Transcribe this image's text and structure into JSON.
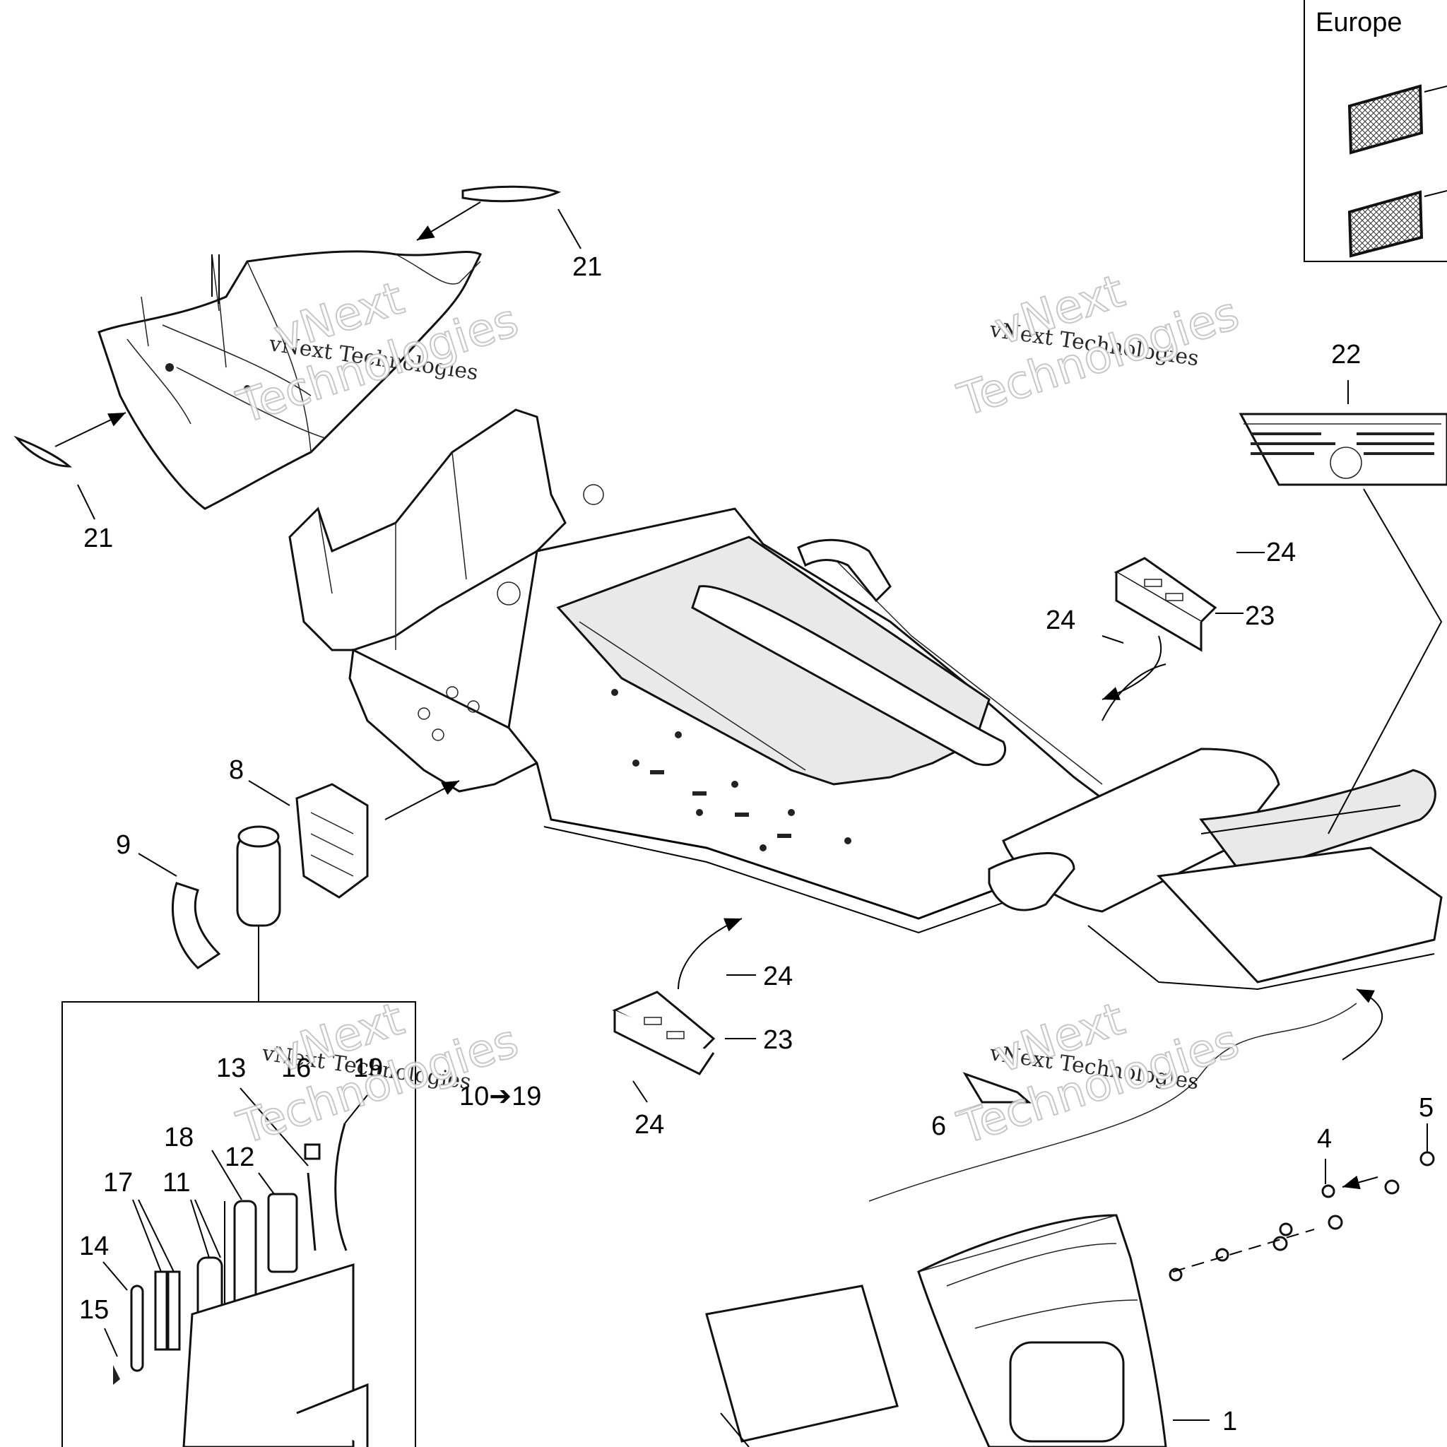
{
  "inset_europe": {
    "title": "Europe"
  },
  "callouts": {
    "c1": "1",
    "c4": "4",
    "c5": "5",
    "c6": "6",
    "c8": "8",
    "c9": "9",
    "c11": "11",
    "c12": "12",
    "c13": "13",
    "c14": "14",
    "c15": "15",
    "c16": "16",
    "c17": "17",
    "c18": "18",
    "c19": "19",
    "c21a": "21",
    "c21b": "21",
    "c22": "22",
    "c23a": "23",
    "c23b": "23",
    "c24a": "24",
    "c24b": "24",
    "c24c": "24",
    "c24d": "24",
    "range_10_19": "10➔19"
  },
  "watermark": {
    "line1": "vNext Technologies",
    "big1": "vNext",
    "big2": "Technologies"
  }
}
